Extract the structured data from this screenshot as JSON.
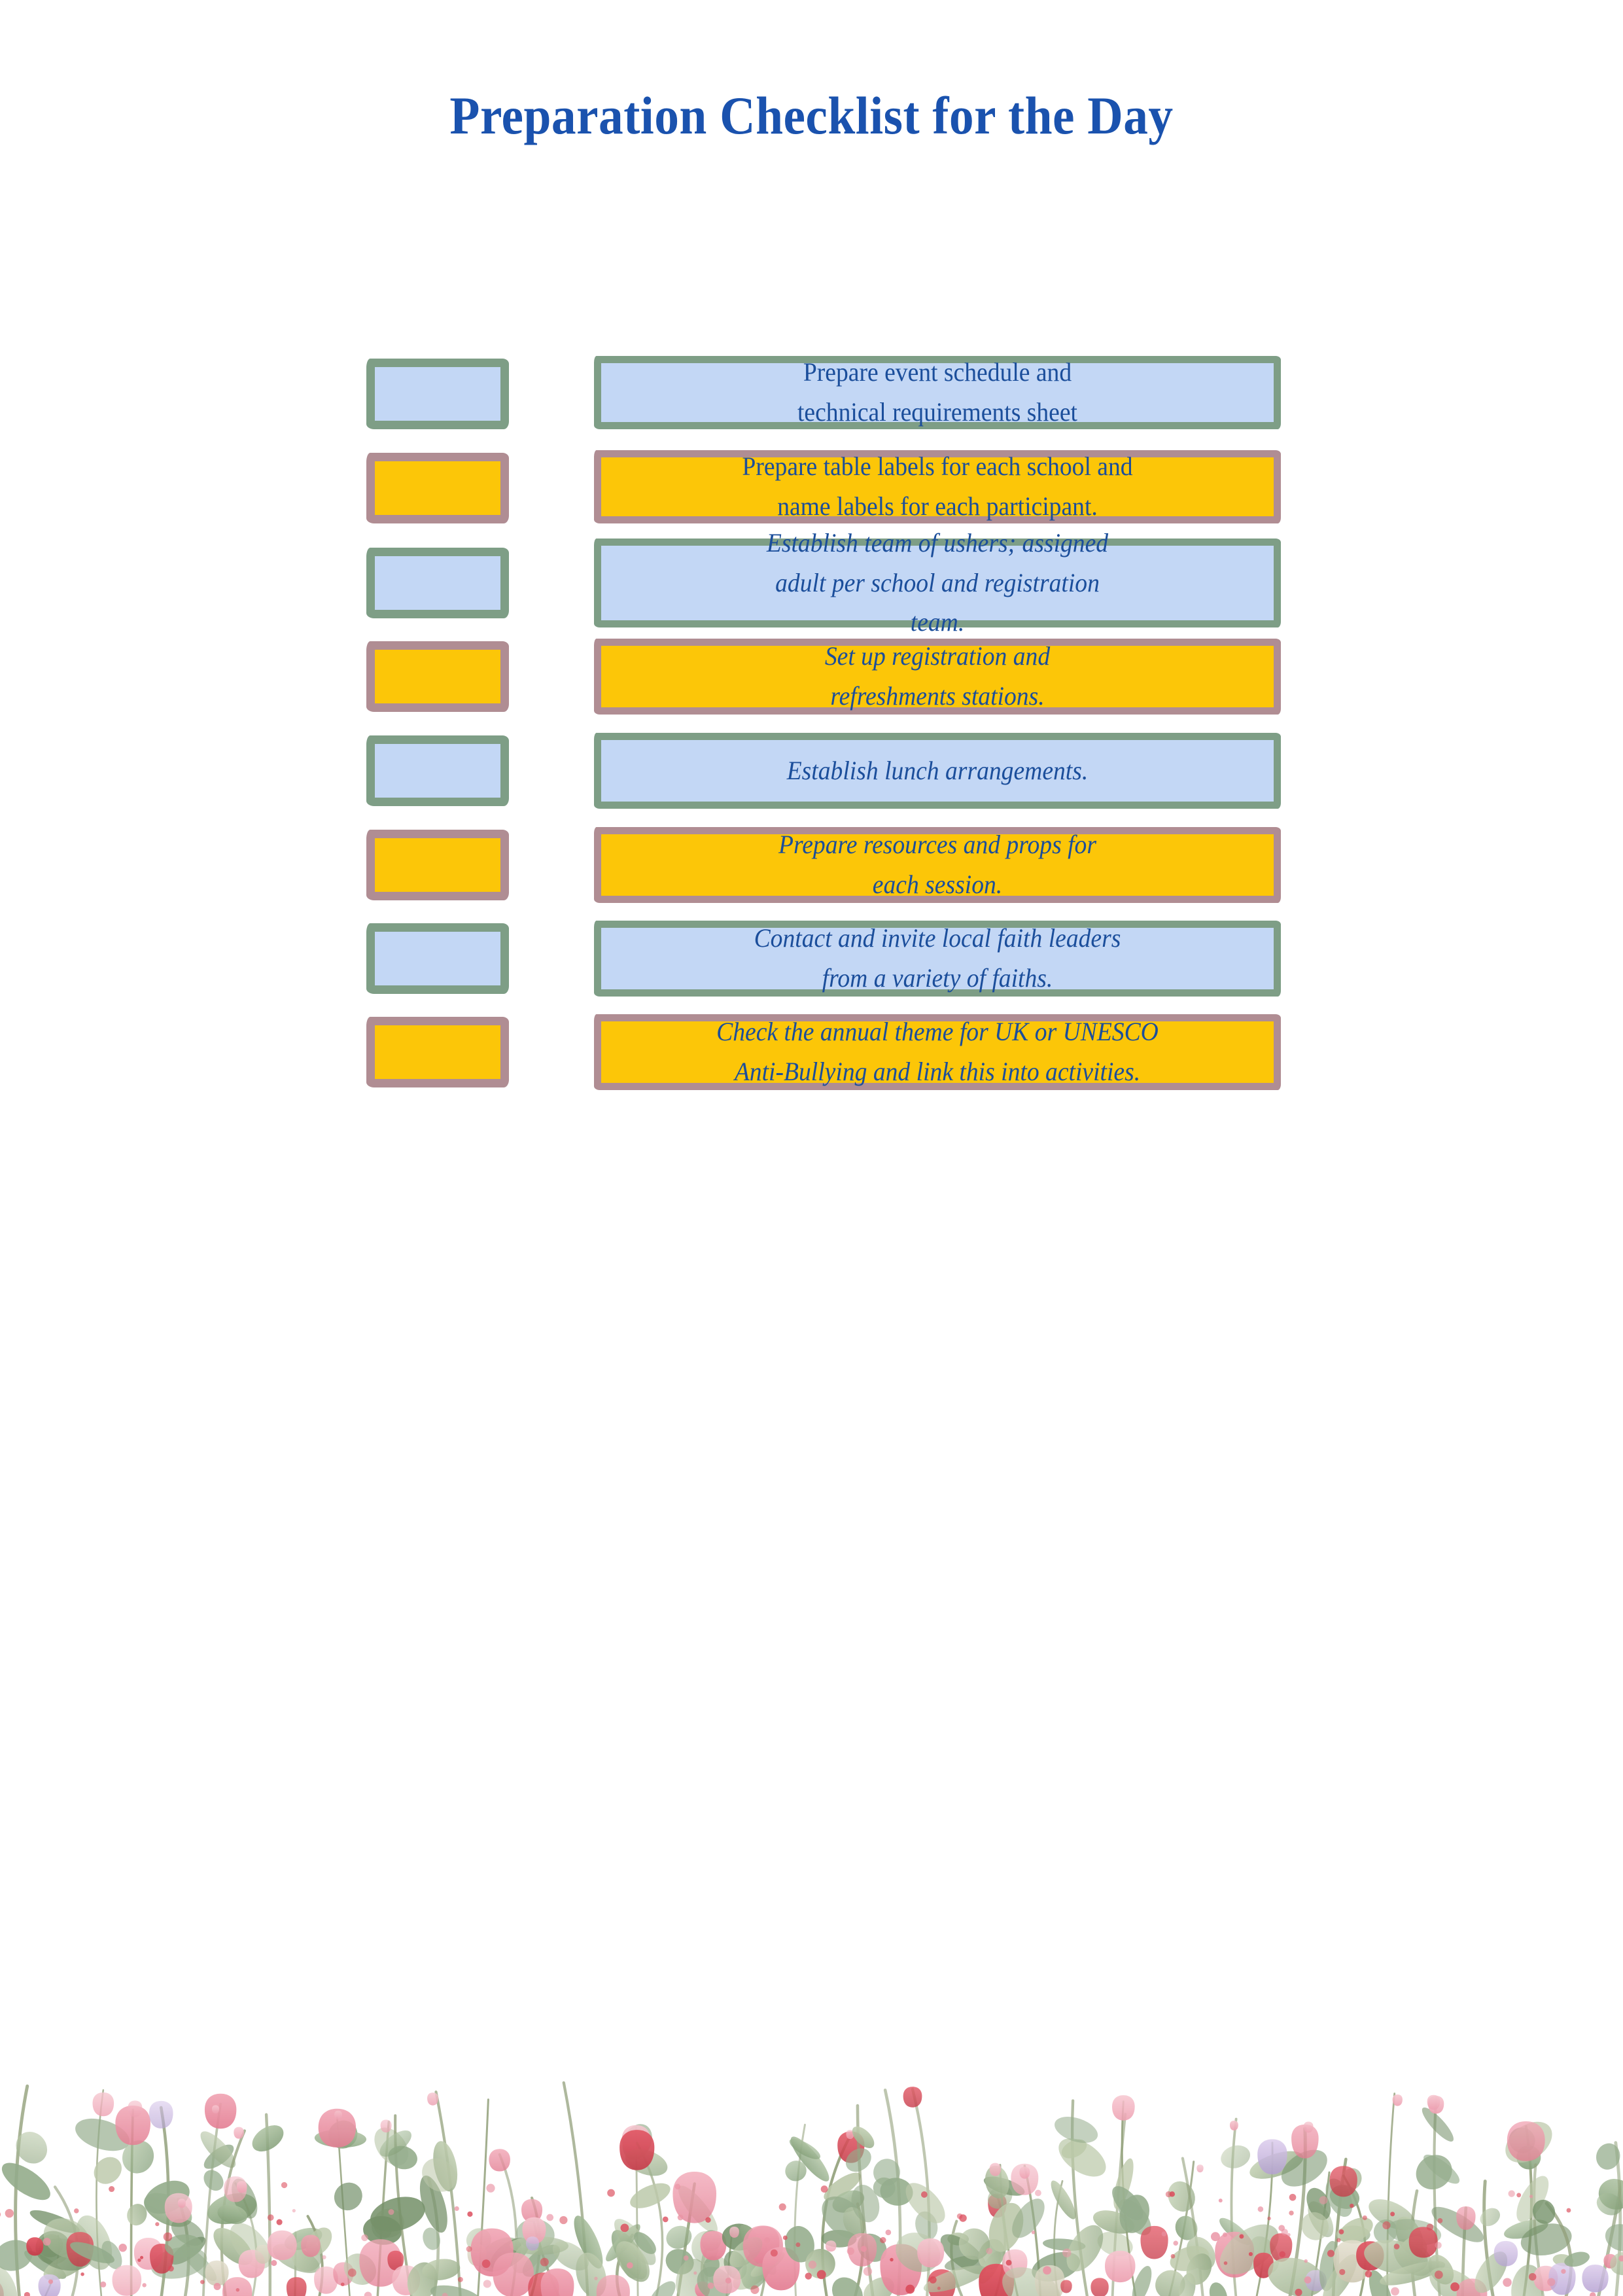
{
  "document": {
    "title": "Preparation Checklist for the Day",
    "background_color": "#FFFFFF",
    "title_color": "#1A52AE",
    "body_text_color": "#1B4E9B"
  },
  "themes": {
    "blue": {
      "fill": "#C3D7F5",
      "border": "#7E9E86"
    },
    "yellow": {
      "fill": "#FCC608",
      "border": "#B08D93"
    }
  },
  "checklist": {
    "items": [
      {
        "index": 1,
        "theme": "blue",
        "italic": false,
        "checked": false,
        "text": "Prepare event schedule and\ntechnical requirements sheet"
      },
      {
        "index": 2,
        "theme": "yellow",
        "italic": false,
        "checked": false,
        "text": "Prepare table labels for each school and\nname labels for each participant."
      },
      {
        "index": 3,
        "theme": "blue",
        "italic": true,
        "checked": false,
        "text": "Establish team of ushers; assigned\nadult per school and registration\nteam."
      },
      {
        "index": 4,
        "theme": "yellow",
        "italic": true,
        "checked": false,
        "text": "Set up registration and\nrefreshments  stations."
      },
      {
        "index": 5,
        "theme": "blue",
        "italic": true,
        "checked": false,
        "text": "Establish lunch arrangements."
      },
      {
        "index": 6,
        "theme": "yellow",
        "italic": true,
        "checked": false,
        "text": "Prepare resources and props for\neach session."
      },
      {
        "index": 7,
        "theme": "blue",
        "italic": true,
        "checked": false,
        "text": "Contact and invite local faith leaders\nfrom a variety of faiths."
      },
      {
        "index": 8,
        "theme": "yellow",
        "italic": true,
        "checked": false,
        "text": "Check the annual theme for UK or UNESCO\nAnti-Bullying and link this into activities."
      }
    ]
  },
  "decoration": {
    "footer_border": "watercolor-floral-border",
    "palette": {
      "leaf_green": "#8FA886",
      "leaf_green_dark": "#6F8C63",
      "leaf_sage": "#B9C6A6",
      "stem": "#8B9A72",
      "flower_pink": "#E98FA0",
      "flower_pink_light": "#F3B8C4",
      "flower_red": "#D94252",
      "flower_lilac": "#BFA8DA",
      "flower_cream": "#D8D3C0"
    }
  }
}
